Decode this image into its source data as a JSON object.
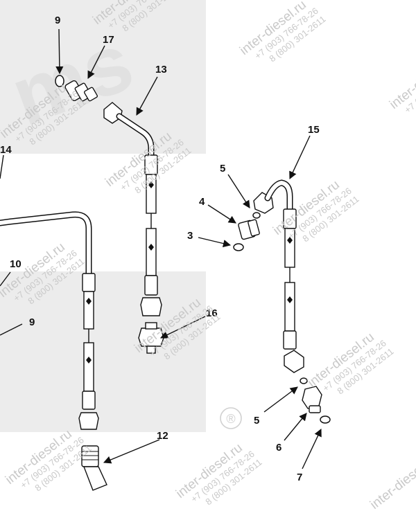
{
  "diagram": {
    "callouts": [
      "9",
      "17",
      "13",
      "14",
      "10",
      "9",
      "5",
      "4",
      "3",
      "15",
      "16",
      "12",
      "5",
      "6",
      "7"
    ],
    "watermark": {
      "site": "inter-diesel.ru",
      "phone1": "+7 (903) 766-78-26",
      "phone2": "8 (800) 301-2611",
      "registered_mark": "®"
    },
    "colors": {
      "line": "#111111",
      "background": "#ffffff",
      "panel": "#ececec",
      "watermark": "#c9c9c9"
    }
  }
}
